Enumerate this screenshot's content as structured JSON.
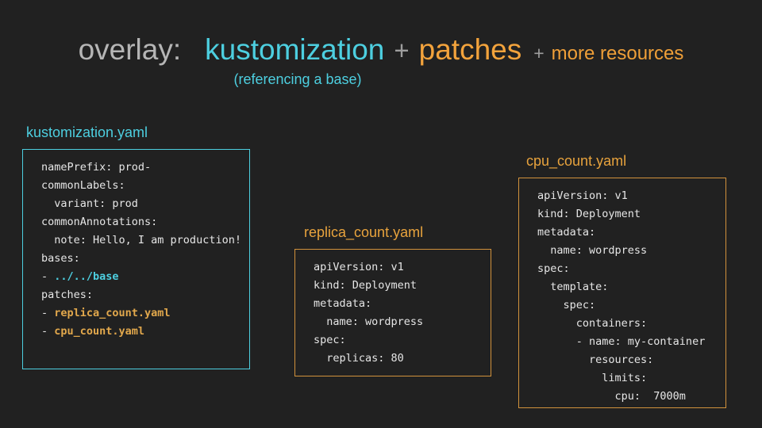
{
  "colors": {
    "background": "#212121",
    "cyan_accent": "#4dcfe0",
    "orange_accent": "#f3a33c",
    "orange_border": "#d2923c",
    "title_gray": "#b5b5b5",
    "plus_gray": "#9e9e9e",
    "code_text": "#e6e6e6"
  },
  "title": {
    "overlay": "overlay:",
    "kustomization": "kustomization",
    "plus1": "+",
    "patches": "patches",
    "plus2": "+",
    "more_resources": "more resources",
    "subtitle": "(referencing a base)"
  },
  "panels": [
    {
      "label": "kustomization.yaml",
      "accent": "cyan",
      "lines": [
        [
          {
            "t": "namePrefix: prod-",
            "c": "plain"
          }
        ],
        [
          {
            "t": "commonLabels:",
            "c": "plain"
          }
        ],
        [
          {
            "t": "  variant: prod",
            "c": "plain"
          }
        ],
        [
          {
            "t": "commonAnnotations:",
            "c": "plain"
          }
        ],
        [
          {
            "t": "  note: Hello, I am production!",
            "c": "plain"
          }
        ],
        [
          {
            "t": "bases:",
            "c": "plain"
          }
        ],
        [
          {
            "t": "- ",
            "c": "plain"
          },
          {
            "t": "../../base",
            "c": "cyan"
          }
        ],
        [
          {
            "t": "patches:",
            "c": "plain"
          }
        ],
        [
          {
            "t": "- ",
            "c": "plain"
          },
          {
            "t": "replica_count.yaml",
            "c": "orange"
          }
        ],
        [
          {
            "t": "- ",
            "c": "plain"
          },
          {
            "t": "cpu_count.yaml",
            "c": "orange"
          }
        ]
      ]
    },
    {
      "label": "replica_count.yaml",
      "accent": "orange",
      "lines": [
        [
          {
            "t": "apiVersion: v1",
            "c": "plain"
          }
        ],
        [
          {
            "t": "kind: Deployment",
            "c": "plain"
          }
        ],
        [
          {
            "t": "metadata:",
            "c": "plain"
          }
        ],
        [
          {
            "t": "  name: wordpress",
            "c": "plain"
          }
        ],
        [
          {
            "t": "spec:",
            "c": "plain"
          }
        ],
        [
          {
            "t": "  replicas: 80",
            "c": "plain"
          }
        ]
      ]
    },
    {
      "label": "cpu_count.yaml",
      "accent": "orange",
      "lines": [
        [
          {
            "t": "apiVersion: v1",
            "c": "plain"
          }
        ],
        [
          {
            "t": "kind: Deployment",
            "c": "plain"
          }
        ],
        [
          {
            "t": "metadata:",
            "c": "plain"
          }
        ],
        [
          {
            "t": "  name: wordpress",
            "c": "plain"
          }
        ],
        [
          {
            "t": "spec:",
            "c": "plain"
          }
        ],
        [
          {
            "t": "  template:",
            "c": "plain"
          }
        ],
        [
          {
            "t": "    spec:",
            "c": "plain"
          }
        ],
        [
          {
            "t": "      containers:",
            "c": "plain"
          }
        ],
        [
          {
            "t": "      - name: my-container",
            "c": "plain"
          }
        ],
        [
          {
            "t": "        resources:",
            "c": "plain"
          }
        ],
        [
          {
            "t": "          limits:",
            "c": "plain"
          }
        ],
        [
          {
            "t": "            cpu:  7000m",
            "c": "plain"
          }
        ]
      ]
    }
  ]
}
